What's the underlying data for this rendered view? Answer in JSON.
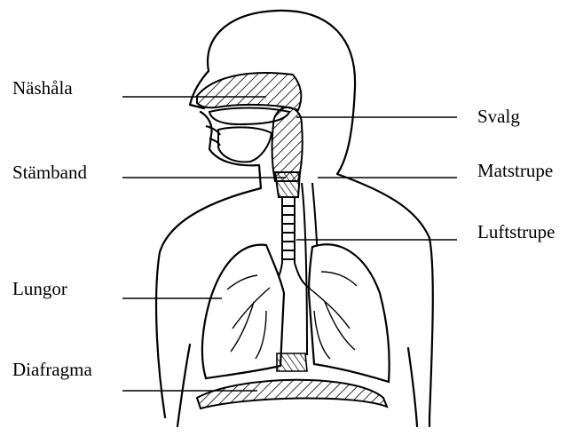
{
  "diagram": {
    "labels": {
      "nashala": "Näshåla",
      "stamband": "Stämband",
      "lungor": "Lungor",
      "diafragma": "Diafragma",
      "svalg": "Svalg",
      "matstrupe": "Matstrupe",
      "luftstrupe": "Luftstrupe"
    },
    "colors": {
      "ink": "#000000",
      "background": "#ffffff"
    }
  }
}
